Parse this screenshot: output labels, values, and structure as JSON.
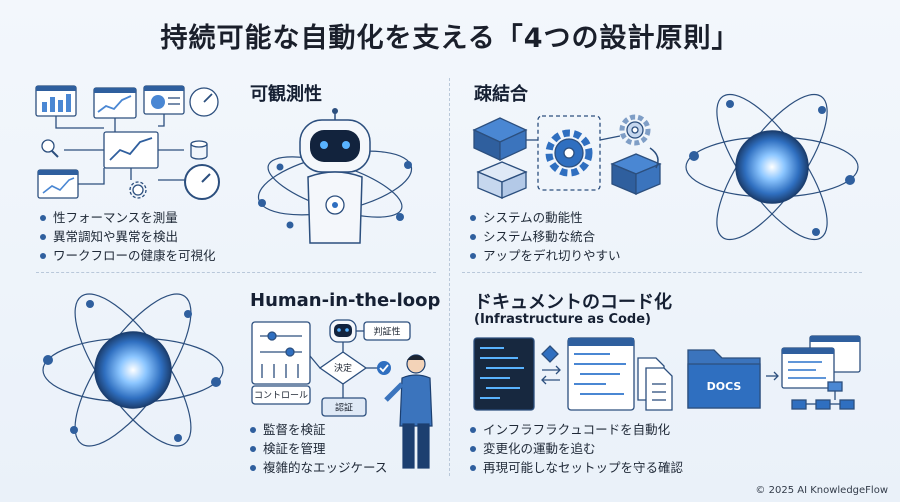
{
  "title": "持続可能な自動化を支える「4つの設計原則」",
  "sections": [
    {
      "heading": "可観測性",
      "bullets": [
        "性フォーマンスを測量",
        "異常調知や異常を検出",
        "ワークフローの健康を可視化"
      ]
    },
    {
      "heading": "疎結合",
      "bullets": [
        "システムの動能性",
        "システム移動な統合",
        "アップをデれ切りやすい"
      ]
    },
    {
      "heading": "Human-in-the-loop",
      "bullets": [
        "監督を検証",
        "検証を管理",
        "複雑的なエッジケース"
      ],
      "labels": {
        "control": "コントロール",
        "decide": "決定",
        "auth": "認証",
        "judge": "判証性"
      }
    },
    {
      "heading": "ドキュメントのコード化",
      "subheading": "(Infrastructure as Code)",
      "bullets": [
        "インフラフラクュコードを自動化",
        "変更化の運動を追む",
        "再現可能しなセットップを守る確認"
      ],
      "labels": {
        "docs": "DOCS"
      }
    }
  ],
  "footer": "© 2025 AI KnowledgeFlow",
  "colors": {
    "accent": "#2f6fc0",
    "line": "#3a5f8f",
    "panel": "#e4edf8"
  }
}
